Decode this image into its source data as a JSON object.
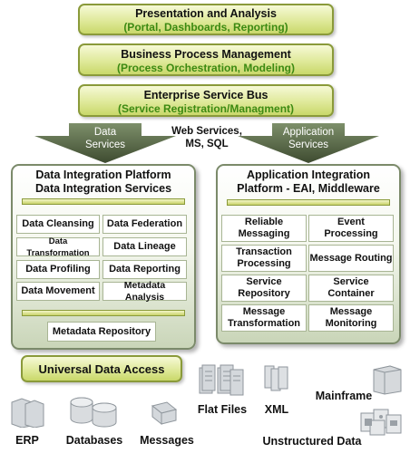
{
  "layers": {
    "presentation": {
      "title": "Presentation and Analysis",
      "subtitle": "(Portal, Dashboards, Reporting)"
    },
    "bpm": {
      "title": "Business Process Management",
      "subtitle": "(Process Orchestration, Modeling)"
    },
    "esb": {
      "title": "Enterprise Service Bus",
      "subtitle": "(Service Registration/Managment)"
    }
  },
  "arrows": {
    "data_services": "Data Services",
    "middle": "Web Services, MS, SQL",
    "application_services": "Application Services"
  },
  "data_platform": {
    "title_line1": "Data Integration Platform",
    "title_line2": "Data Integration Services",
    "services": [
      "Data Cleansing",
      "Data Federation",
      "Data Transformation",
      "Data Lineage",
      "Data Profiling",
      "Data Reporting",
      "Data Movement",
      "Metadata Analysis"
    ],
    "repository": "Metadata Repository"
  },
  "app_platform": {
    "title_line1": "Application Integration",
    "title_line2": "Platform - EAI, Middleware",
    "services": [
      "Reliable Messaging",
      "Event Processing",
      "Transaction Processing",
      "Message Routing",
      "Service Repository",
      "Service Container",
      "Message Transformation",
      "Message Monitoring"
    ]
  },
  "universal_access": "Universal Data Access",
  "sources": {
    "flat_files": "Flat Files",
    "xml": "XML",
    "mainframe": "Mainframe",
    "erp": "ERP",
    "databases": "Databases",
    "messages": "Messages",
    "unstructured": "Unstructured Data"
  },
  "colors": {
    "accent_green": "#3c8a12",
    "pill_border": "#8a9a3a",
    "arrow": "#4f5e3f"
  }
}
